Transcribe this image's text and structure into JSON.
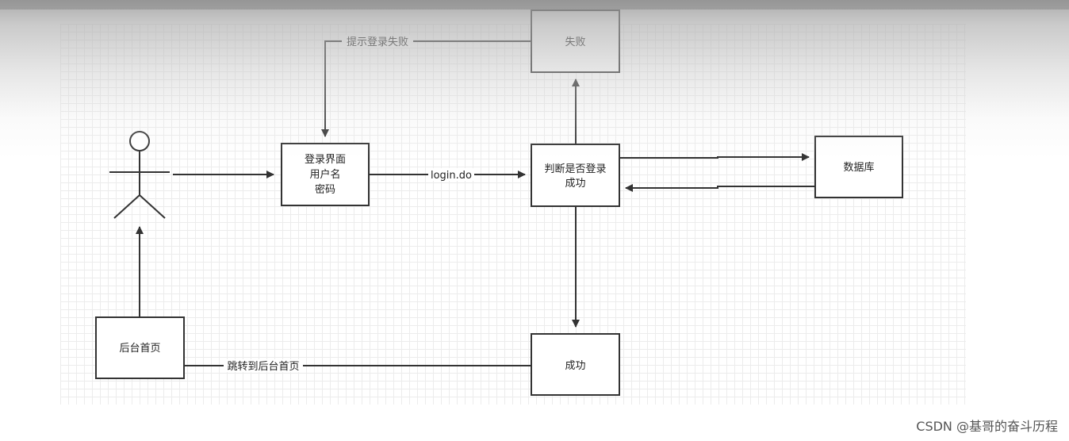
{
  "nodes": {
    "fail": [
      "失败"
    ],
    "login": [
      "登录界面",
      "用户名",
      "密码"
    ],
    "check": [
      "判断是否登录",
      "成功"
    ],
    "database": [
      "数据库"
    ],
    "backend": [
      "后台首页"
    ],
    "success": [
      "成功"
    ]
  },
  "edges": {
    "fail_to_login": "提示登录失败",
    "login_to_check": "login.do",
    "success_to_backend": "跳转到后台首页"
  },
  "watermark": "CSDN @基哥的奋斗历程",
  "colors": {
    "stroke": "#333333",
    "node_fill": "#ffffff",
    "text": "#222222"
  }
}
